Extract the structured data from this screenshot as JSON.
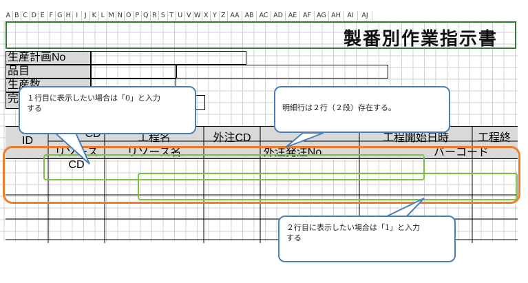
{
  "columns": [
    "A",
    "B",
    "C",
    "D",
    "E",
    "F",
    "G",
    "H",
    "I",
    "J",
    "K",
    "L",
    "M",
    "N",
    "O",
    "P",
    "Q",
    "R",
    "S",
    "T",
    "U",
    "V",
    "W",
    "X",
    "Y",
    "Z",
    "AA",
    "AB",
    "AC",
    "AD",
    "AE",
    "AF",
    "AG",
    "AH",
    "AI",
    "AJ"
  ],
  "title": "製番別作業指示書",
  "labels": {
    "plan_no": "生産計画No",
    "item": "品目",
    "quantity": "生産数",
    "complete": "完"
  },
  "table_headers": {
    "id": "ID",
    "row1_col2": "CD",
    "process_name": "工程名",
    "outsource_cd": "外注CD",
    "process_start": "工程開始日時",
    "process_end": "工程終",
    "resource_cd": "リソースCD",
    "resource_name": "リソース名",
    "outsource_order_no": "外注発注No",
    "barcode": "バーコード"
  },
  "callouts": {
    "first_row": "１行目に表示したい場合は「0」と入力する",
    "detail_rows": "明細行は２行（２段）存在する。",
    "second_row": "２行目に表示したい場合は「1」と入力する"
  }
}
